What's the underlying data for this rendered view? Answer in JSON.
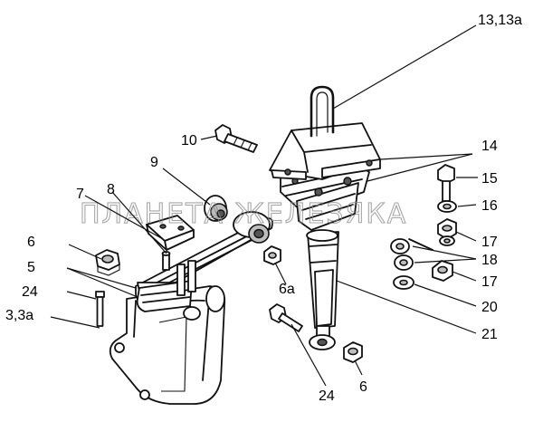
{
  "watermark": "ПЛАНЕТА ЖЕЛЕЗЯКА",
  "labels": {
    "l13": "13,13а",
    "l14": "14",
    "l15": "15",
    "l16": "16",
    "l17a": "17",
    "l18": "18",
    "l17b": "17",
    "l20": "20",
    "l21": "21",
    "l10": "10",
    "l9": "9",
    "l7": "7",
    "l8": "8",
    "l6a": "6",
    "l5": "5",
    "l24a": "24",
    "l3": "3,3а",
    "l6a2": "6а",
    "l24b": "24",
    "l6b": "6"
  }
}
